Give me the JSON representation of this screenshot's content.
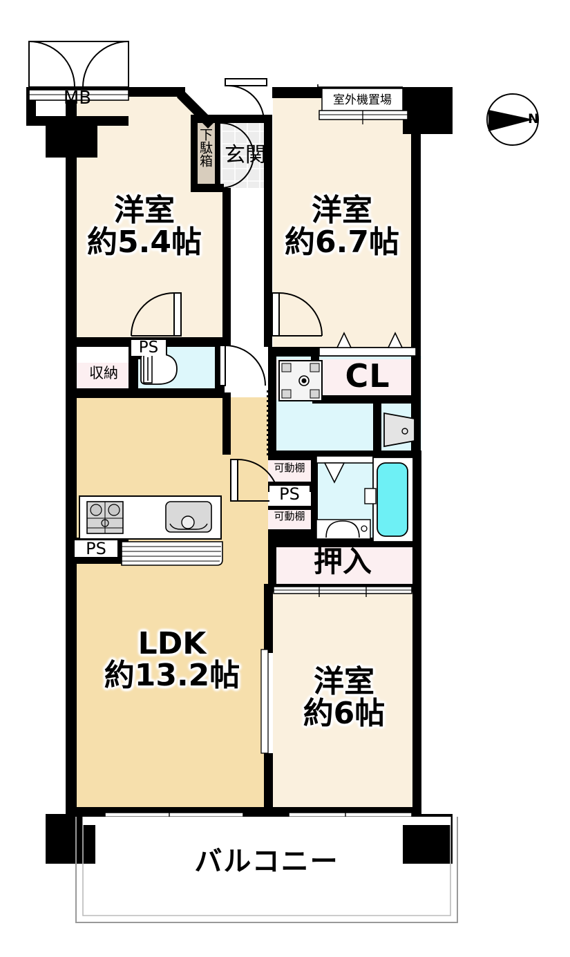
{
  "plan": {
    "type": "apartment-floor-plan",
    "layout_code": "3LDK",
    "compass": {
      "label": "N",
      "direction": "right"
    },
    "colors": {
      "wall": "#000000",
      "ldk_floor": "#f6dfac",
      "room_floor": "#faf0de",
      "wet_area": "#ddf7fb",
      "closet": "#fceff1",
      "shoe_box": "#d8cdbd",
      "tub": "#6ef0f5",
      "entry_tile": "#ededed",
      "background": "#ffffff"
    },
    "rooms": [
      {
        "id": "bedroom-nw",
        "name": "洋室",
        "size": "約5.4帖"
      },
      {
        "id": "bedroom-ne",
        "name": "洋室",
        "size": "約6.7帖"
      },
      {
        "id": "bedroom-se",
        "name": "洋室",
        "size": "約6帖"
      },
      {
        "id": "ldk",
        "name": "LDK",
        "size": "約13.2帖"
      }
    ],
    "labels": {
      "meter_box": "MB",
      "shoe_box": "下駄箱",
      "entrance": "玄関",
      "outdoor_unit": "室外機置場",
      "storage": "収納",
      "closet": "CL",
      "oshiire": "押入",
      "balcony": "バルコニー",
      "ps_toilet": "PS",
      "ps_kitchen": "PS",
      "ps_center": "PS",
      "movable_shelf_upper": "可動棚",
      "movable_shelf_lower": "可動棚"
    },
    "fixtures": [
      {
        "id": "gas-stove",
        "name": "gas-stove"
      },
      {
        "id": "kitchen-sink",
        "name": "kitchen-sink"
      },
      {
        "id": "toilet",
        "name": "toilet"
      },
      {
        "id": "washing-machine-pan",
        "name": "washing-machine-pan"
      },
      {
        "id": "bathtub",
        "name": "bathtub"
      },
      {
        "id": "washbasin",
        "name": "washbasin"
      },
      {
        "id": "wall-mirror",
        "name": "wall-mirror"
      }
    ]
  }
}
